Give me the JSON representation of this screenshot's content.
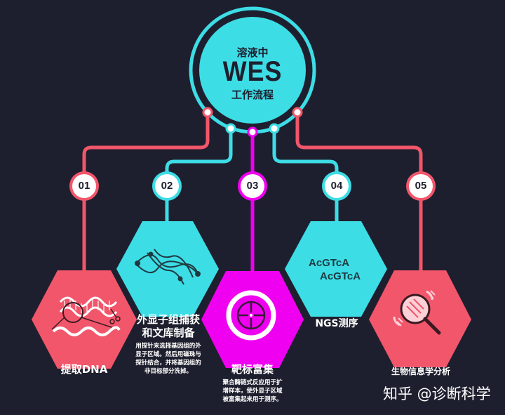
{
  "hub": {
    "line1": "溶液中",
    "line2": "WES",
    "line3": "工作流程",
    "color": "#3ddde6"
  },
  "colors": {
    "background": "#1e1f2e",
    "coral": "#f2566b",
    "cyan": "#3ddde6",
    "magenta": "#f000f0"
  },
  "steps": [
    {
      "number": "01",
      "title": "提取DNA",
      "icon": "dna-scissors-icon",
      "color": "#f2566b"
    },
    {
      "number": "02",
      "title_line1": "外显子组捕获",
      "title_line2": "和文库制备",
      "desc_lines": [
        "用探针来选择基因组的外",
        "显子区域。然后用磁珠与",
        "探针结合，并将基因组的",
        "非目标部分洗掉。"
      ],
      "icon": "double-helix-icon",
      "color": "#3ddde6"
    },
    {
      "number": "03",
      "title": "靶标富集",
      "desc_lines": [
        "聚合酶链式反应用于扩",
        "增样本，使外显子区域",
        "被富集起来用于测序。"
      ],
      "icon": "crosshair-target-icon",
      "color": "#f000f0"
    },
    {
      "number": "04",
      "title": "NGS测序",
      "seq1": "AcGTcA",
      "seq2": "AcGTcA",
      "icon": "sequence-text-icon",
      "color": "#3ddde6"
    },
    {
      "number": "05",
      "title": "生物信息学分析",
      "icon": "magnifier-dna-icon",
      "color": "#f2566b"
    }
  ],
  "watermark": "知乎 @诊断科学"
}
